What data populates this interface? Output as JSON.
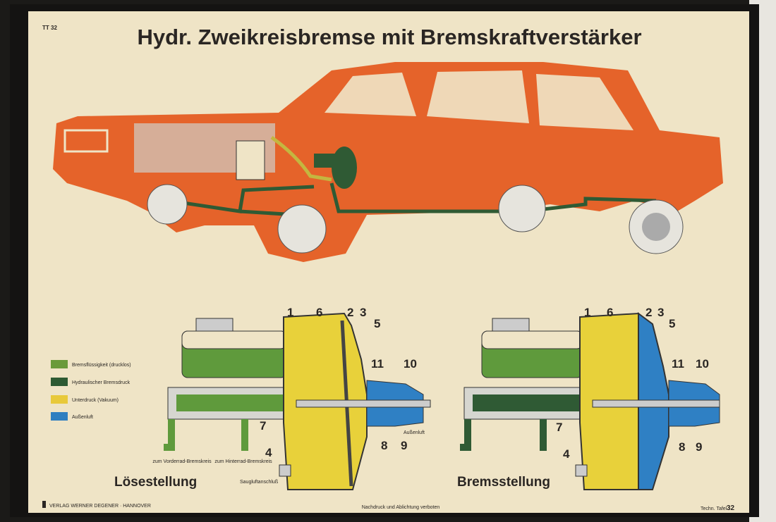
{
  "poster": {
    "code": "TT 32",
    "title": "Hydr. Zweikreisbremse mit Bremskraftverstärker",
    "legend": [
      {
        "label": "Bremsflüssigkeit (drucklos)",
        "color": "#6a9a3a"
      },
      {
        "label": "Hydraulischer Bremsdruck",
        "color": "#2d5a32"
      },
      {
        "label": "Unterdruck (Vakuum)",
        "color": "#e8c93a"
      },
      {
        "label": "Außenluft",
        "color": "#2f7fc0"
      }
    ],
    "left_diagram": {
      "caption": "Lösestellung",
      "numbers": [
        "1",
        "6",
        "2",
        "3",
        "5",
        "11",
        "10",
        "7",
        "8",
        "9",
        "4"
      ],
      "front_circuit": "zum Vorderrad-Bremskreis",
      "rear_circuit": "zum Hinterrad-Bremskreis",
      "suction": "Saugluftanschluß",
      "outside_air": "Außenluft"
    },
    "right_diagram": {
      "caption": "Bremsstellung",
      "numbers": [
        "1",
        "6",
        "2",
        "3",
        "5",
        "11",
        "10",
        "7",
        "8",
        "9",
        "4"
      ]
    },
    "publisher": "VERLAG WERNER DEGENER · HANNOVER",
    "copyright": "Nachdruck und Ablichtung verboten",
    "plate_label": "Techn. Tafel",
    "plate_number": "32"
  },
  "colors": {
    "car": "#e5632a",
    "paper": "#efe4c6",
    "yellow": "#e8d13a",
    "blue": "#2f80c4",
    "green_light": "#5f9a3c",
    "green_dark": "#2f5a34"
  }
}
